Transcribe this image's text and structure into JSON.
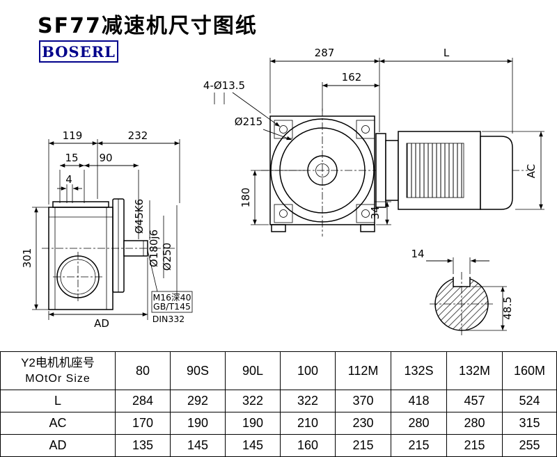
{
  "title": "SF77减速机尺寸图纸",
  "logo": "BOSERL",
  "drawing": {
    "left": {
      "d119": "119",
      "d232": "232",
      "d15": "15",
      "d90": "90",
      "d4": "4",
      "d301": "301",
      "dAD": "AD",
      "shaft_dia": "Ø45K6",
      "spigot_dia": "Ø180j6",
      "flange_dia": "Ø250",
      "note1": "M16深40",
      "note2": "GB/T145",
      "note3": "DIN332"
    },
    "front": {
      "d287": "287",
      "dL": "L",
      "d162": "162",
      "holes": "4-Ø13.5",
      "flange_dia": "Ø215",
      "d180": "180",
      "d34": "34",
      "dAC": "AC"
    },
    "shaft": {
      "key_w": "14",
      "key_h": "48.5"
    }
  },
  "table": {
    "header_cn": "Y2电机机座号",
    "header_en": "MOtOr Size",
    "sizes": [
      "80",
      "90S",
      "90L",
      "100",
      "112M",
      "132S",
      "132M",
      "160M"
    ],
    "rows": [
      {
        "label": "L",
        "values": [
          "284",
          "292",
          "322",
          "322",
          "370",
          "418",
          "457",
          "524"
        ]
      },
      {
        "label": "AC",
        "values": [
          "170",
          "190",
          "190",
          "210",
          "230",
          "280",
          "280",
          "315"
        ]
      },
      {
        "label": "AD",
        "values": [
          "135",
          "145",
          "145",
          "160",
          "215",
          "215",
          "215",
          "255"
        ]
      }
    ]
  }
}
